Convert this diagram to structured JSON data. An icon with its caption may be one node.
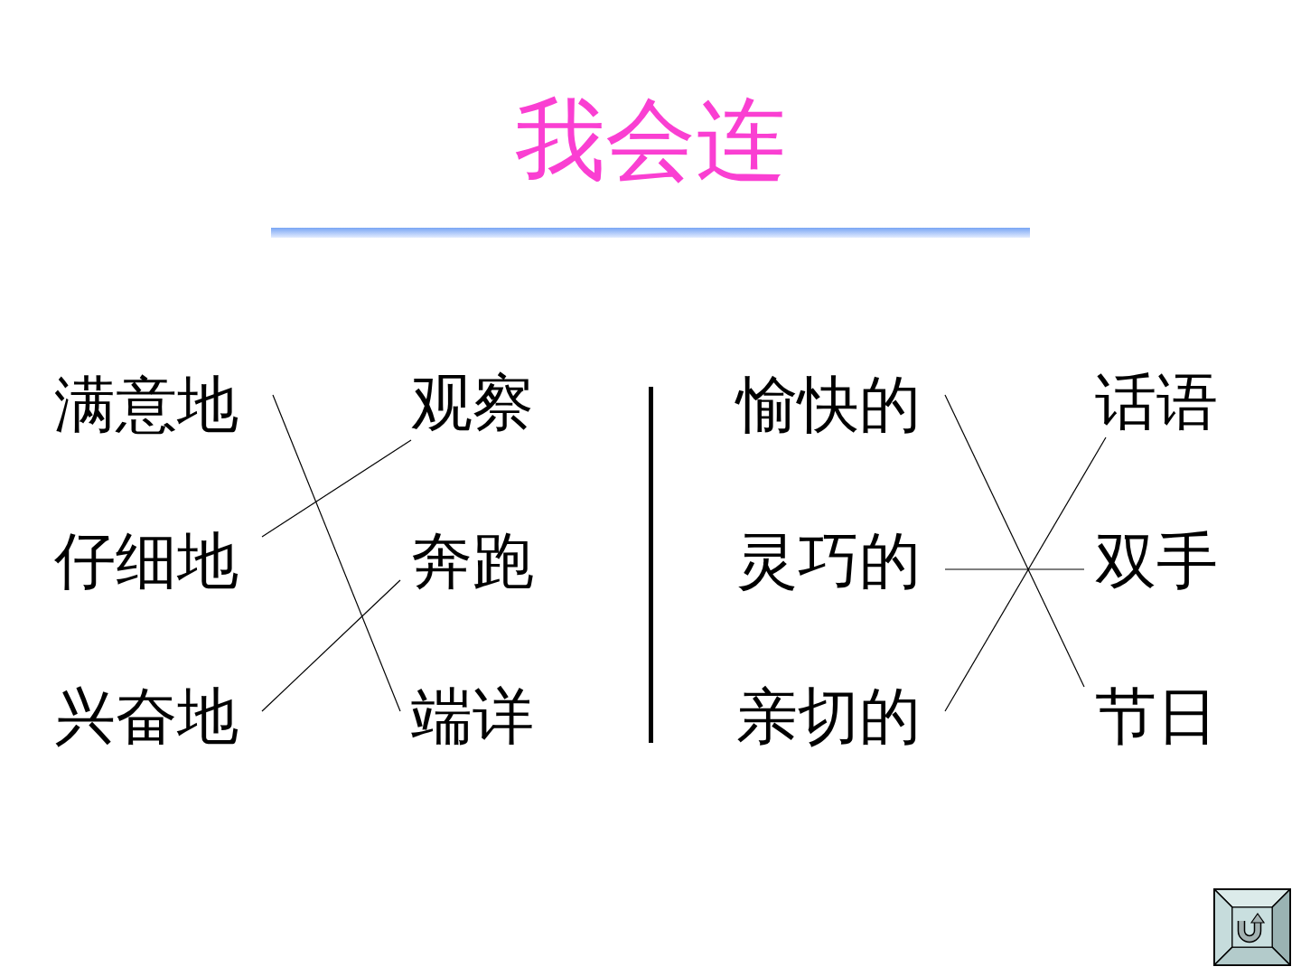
{
  "diagram": {
    "title": "我会连",
    "nodes": [
      {
        "text": [
          "满意地"
        ]
      },
      {
        "text": [
          "仔细地"
        ]
      },
      {
        "text": [
          "兴奋地"
        ]
      },
      {
        "text": [
          "观察"
        ]
      },
      {
        "text": [
          "奔跑"
        ]
      },
      {
        "text": [
          "端详"
        ]
      },
      {
        "text": [
          "愉快的"
        ]
      },
      {
        "text": [
          "灵巧的"
        ]
      },
      {
        "text": [
          "亲切的"
        ]
      },
      {
        "text": [
          "话语"
        ]
      },
      {
        "text": [
          "双手"
        ]
      },
      {
        "text": [
          "节日"
        ]
      }
    ],
    "edges": [
      {
        "from": 0,
        "to": 5,
        "arrow": "none"
      },
      {
        "from": 1,
        "to": 3,
        "arrow": "none"
      },
      {
        "from": 2,
        "to": 4,
        "arrow": "none"
      },
      {
        "from": 6,
        "to": 11,
        "arrow": "none"
      },
      {
        "from": 7,
        "to": 10,
        "arrow": "none"
      },
      {
        "from": 8,
        "to": 9,
        "arrow": "none"
      }
    ]
  }
}
